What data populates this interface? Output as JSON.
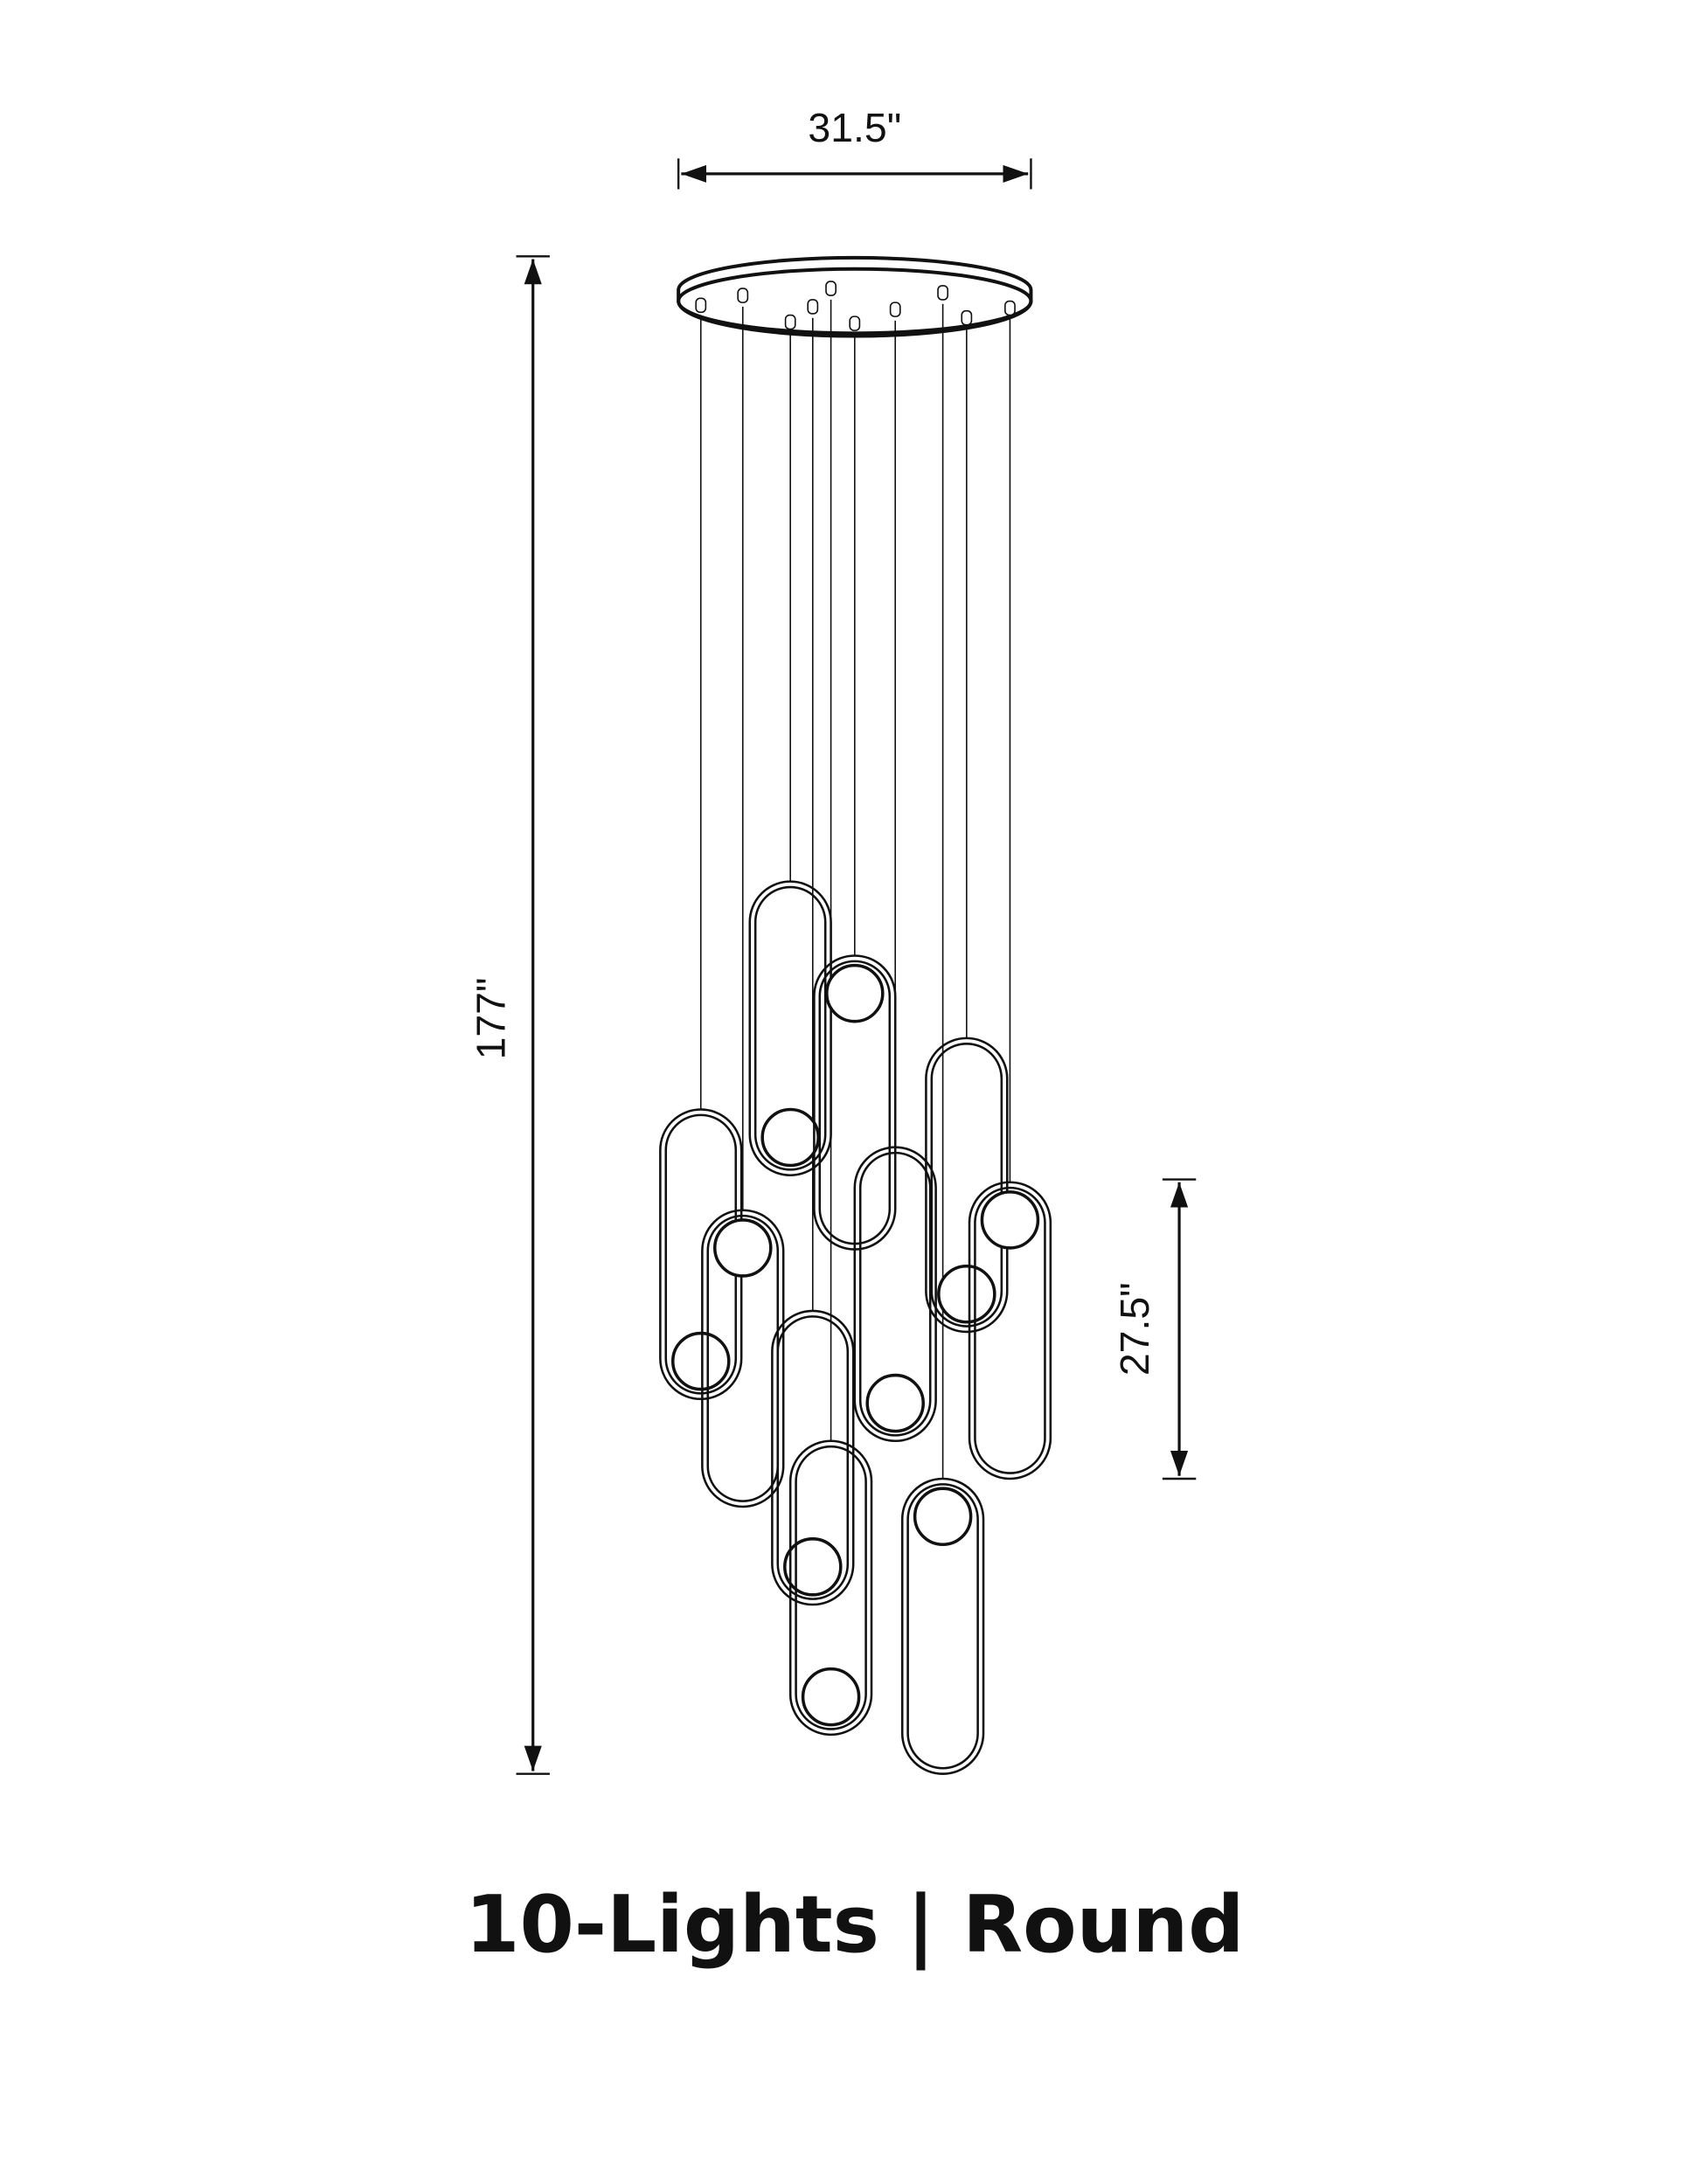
{
  "dimensions": {
    "width_label": "31.5\"",
    "height_label": "177\"",
    "pendant_height_label": "27.5\""
  },
  "caption": "10-Lights | Round",
  "colors": {
    "line": "#111111",
    "background": "#ffffff"
  },
  "pendants": [
    {
      "ball": "bottom"
    },
    {
      "ball": "top"
    },
    {
      "ball": "bottom"
    },
    {
      "ball": "top"
    },
    {
      "ball": "bottom"
    },
    {
      "ball": "bottom"
    },
    {
      "ball": "top"
    },
    {
      "ball": "bottom"
    },
    {
      "ball": "bottom"
    },
    {
      "ball": "top"
    }
  ]
}
